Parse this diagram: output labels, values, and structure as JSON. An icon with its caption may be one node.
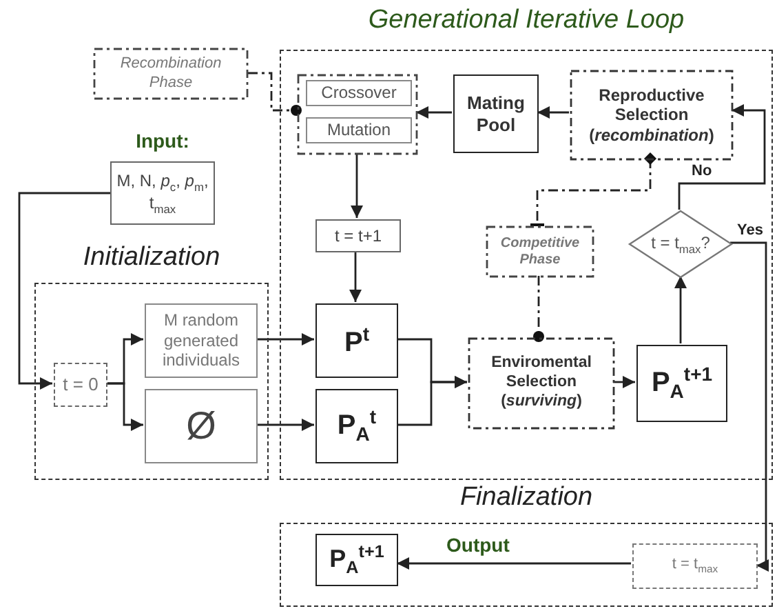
{
  "diagram": {
    "nodes": [
      {
        "text": [
          "Generational Iterative Loop"
        ]
      },
      {
        "text": [
          "Recombination Phase"
        ]
      },
      {
        "text": [],
        "shape": "box",
        "in": 0
      },
      {
        "text": [
          "Crossover"
        ],
        "in": 2
      },
      {
        "text": [
          "Mutation"
        ],
        "in": 2
      },
      {
        "text": [
          "Mating Pool"
        ],
        "in": 0
      },
      {
        "text": [
          "Reproductive Selection (*recombination*)"
        ],
        "in": 0
      },
      {
        "text": [
          "Input:",
          "M, N, *p*$_{c}$, *p*$_{m}$, t$_{max}$"
        ]
      },
      {
        "text": [
          "t = t+1"
        ],
        "in": 0
      },
      {
        "text": [
          "Competitive Phase"
        ],
        "in": 0
      },
      {
        "text": [
          "t = t$_{max}$?"
        ],
        "in": 0
      },
      {
        "text": [
          "Initialization"
        ]
      },
      {
        "text": [
          "t = 0"
        ],
        "in": 11
      },
      {
        "text": [
          "M random generated individuals"
        ],
        "in": 11
      },
      {
        "text": [
          "Ø"
        ],
        "in": 11
      },
      {
        "text": [
          "P$^{t}$"
        ],
        "in": 0
      },
      {
        "text": [
          "P$_{A}$$^{t}$"
        ],
        "in": 0
      },
      {
        "text": [
          "Enviromental Selection (*surviving*)"
        ],
        "in": 0
      },
      {
        "text": [
          "P$_{A}$$^{t+1}$"
        ],
        "in": 0
      },
      {
        "text": [
          "Finalization"
        ]
      },
      {
        "text": [
          "P$_{A}$$^{t+1}$"
        ],
        "in": 19
      },
      {
        "text": [
          "t = t$_{max}$"
        ],
        "in": 19
      }
    ],
    "edges": [
      {
        "from": 1,
        "to": 2,
        "arrow": "other",
        "style": "dashed"
      },
      {
        "from": 5,
        "to": 2,
        "arrow": "to"
      },
      {
        "from": 6,
        "to": 5,
        "arrow": "to"
      },
      {
        "from": 2,
        "to": 8,
        "arrow": "to"
      },
      {
        "from": 8,
        "to": 15,
        "arrow": "to"
      },
      {
        "from": 7,
        "to": 12,
        "arrow": "to"
      },
      {
        "from": 12,
        "to": 13,
        "arrow": "to"
      },
      {
        "from": 12,
        "to": 14,
        "arrow": "to"
      },
      {
        "from": 13,
        "to": 15,
        "arrow": "to"
      },
      {
        "from": 14,
        "to": 16,
        "arrow": "to"
      },
      {
        "from": 15,
        "to": 17,
        "arrow": "to"
      },
      {
        "from": 16,
        "to": 17,
        "arrow": "to"
      },
      {
        "from": 17,
        "to": 18,
        "arrow": "to"
      },
      {
        "from": 18,
        "to": 10,
        "arrow": "to"
      },
      {
        "from": 10,
        "to": 6,
        "arrow": "to",
        "label": "No"
      },
      {
        "from": 10,
        "to": 21,
        "arrow": "to",
        "label": "Yes"
      },
      {
        "from": 21,
        "to": 20,
        "arrow": "to",
        "label": "Output"
      },
      {
        "from": 6,
        "to": 9,
        "arrow": "other",
        "style": "dashed"
      },
      {
        "from": 9,
        "to": 17,
        "arrow": "other",
        "style": "dashed"
      }
    ]
  }
}
